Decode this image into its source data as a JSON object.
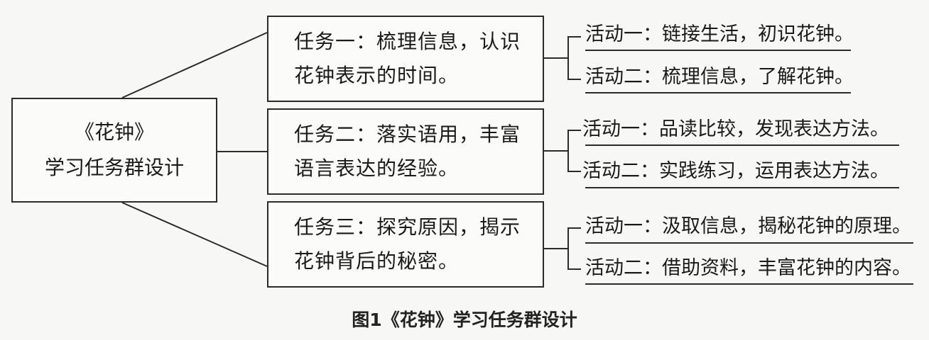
{
  "root": {
    "line1": "《花钟》",
    "line2": "学习任务群设计"
  },
  "tasks": [
    {
      "line1": "任务一：梳理信息，认识",
      "line2": "花钟表示的时间。",
      "activities": [
        "活动一：链接生活，初识花钟。",
        "活动二：梳理信息，了解花钟。"
      ]
    },
    {
      "line1": "任务二：落实语用，丰富",
      "line2": "语言表达的经验。",
      "activities": [
        "活动一：品读比较，发现表达方法。",
        "活动二：实践练习，运用表达方法。"
      ]
    },
    {
      "line1": "任务三：探究原因，揭示",
      "line2": "花钟背后的秘密。",
      "activities": [
        "活动一：汲取信息，揭秘花钟的原理。",
        "活动二：借助资料，丰富花钟的内容。"
      ]
    }
  ],
  "caption": "图1《花钟》学习任务群设计"
}
